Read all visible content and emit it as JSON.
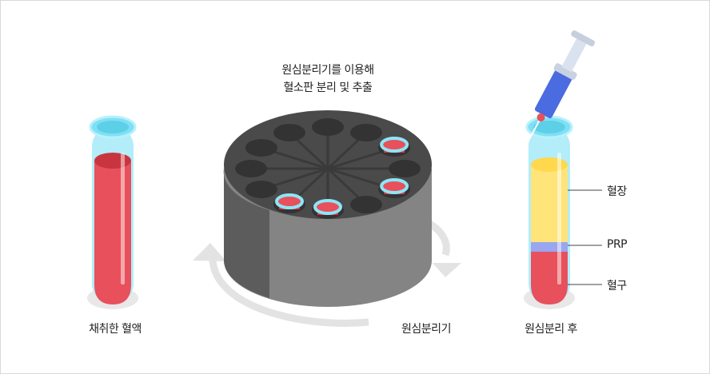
{
  "title_lines": [
    "원심분리기를 이용해",
    "혈소판 분리 및 추출"
  ],
  "labels": {
    "collected_blood": "채취한 혈액",
    "centrifuge": "원심분리기",
    "after_centrifuge": "원심분리 후"
  },
  "layers": {
    "plasma": "혈장",
    "prp": "PRP",
    "blood_cells": "혈구"
  },
  "colors": {
    "blood": "#e8505b",
    "plasma": "#ffe47a",
    "prp": "#9aa6ef",
    "tube": "#7fe0f5",
    "centrifuge": "#5a5a5a"
  }
}
